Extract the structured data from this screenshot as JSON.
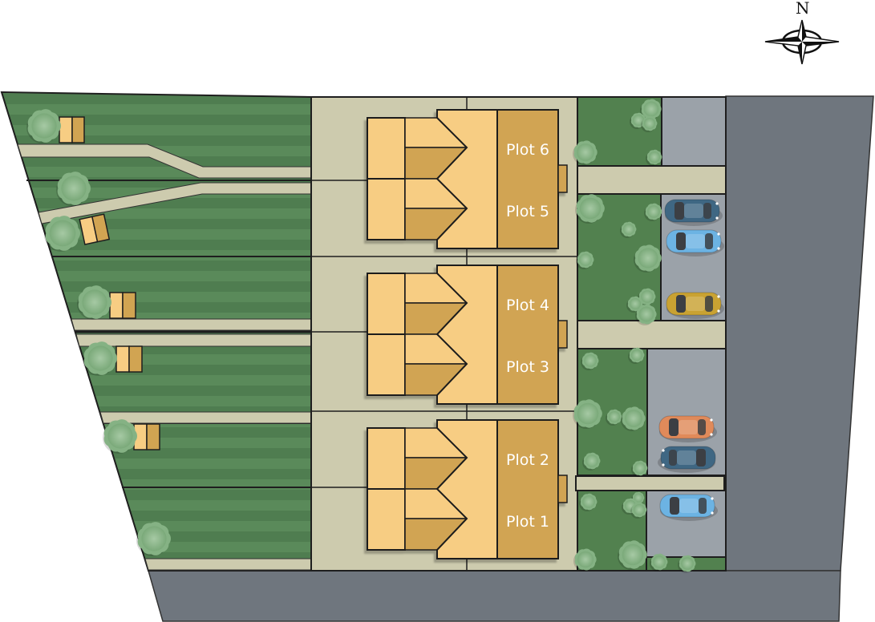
{
  "diagram": {
    "type": "site-plan",
    "compass": {
      "label": "N"
    },
    "plots": [
      {
        "id": "plot-6",
        "label": "Plot 6"
      },
      {
        "id": "plot-5",
        "label": "Plot 5"
      },
      {
        "id": "plot-4",
        "label": "Plot 4"
      },
      {
        "id": "plot-3",
        "label": "Plot 3"
      },
      {
        "id": "plot-2",
        "label": "Plot 2"
      },
      {
        "id": "plot-1",
        "label": "Plot 1"
      }
    ],
    "cars": [
      {
        "name": "car-dark-blue",
        "color": "#3f6783"
      },
      {
        "name": "car-light-blue",
        "color": "#6cb3e3"
      },
      {
        "name": "car-yellow",
        "color": "#c9a232"
      },
      {
        "name": "car-orange",
        "color": "#e08a5a"
      },
      {
        "name": "car-dark-blue",
        "color": "#3f6783"
      },
      {
        "name": "car-light-blue",
        "color": "#6cb3e3"
      }
    ],
    "colors": {
      "lawn": "#5a8a5a",
      "lawn_stripe": "#4f7d50",
      "path": "#cdcbae",
      "parking": "#9ba2a9",
      "road": "#6f767e",
      "roof_light": "#f7cd83",
      "roof_dark": "#d1a452",
      "tree": "#8fba8e",
      "outline": "#1e1e1e"
    }
  }
}
